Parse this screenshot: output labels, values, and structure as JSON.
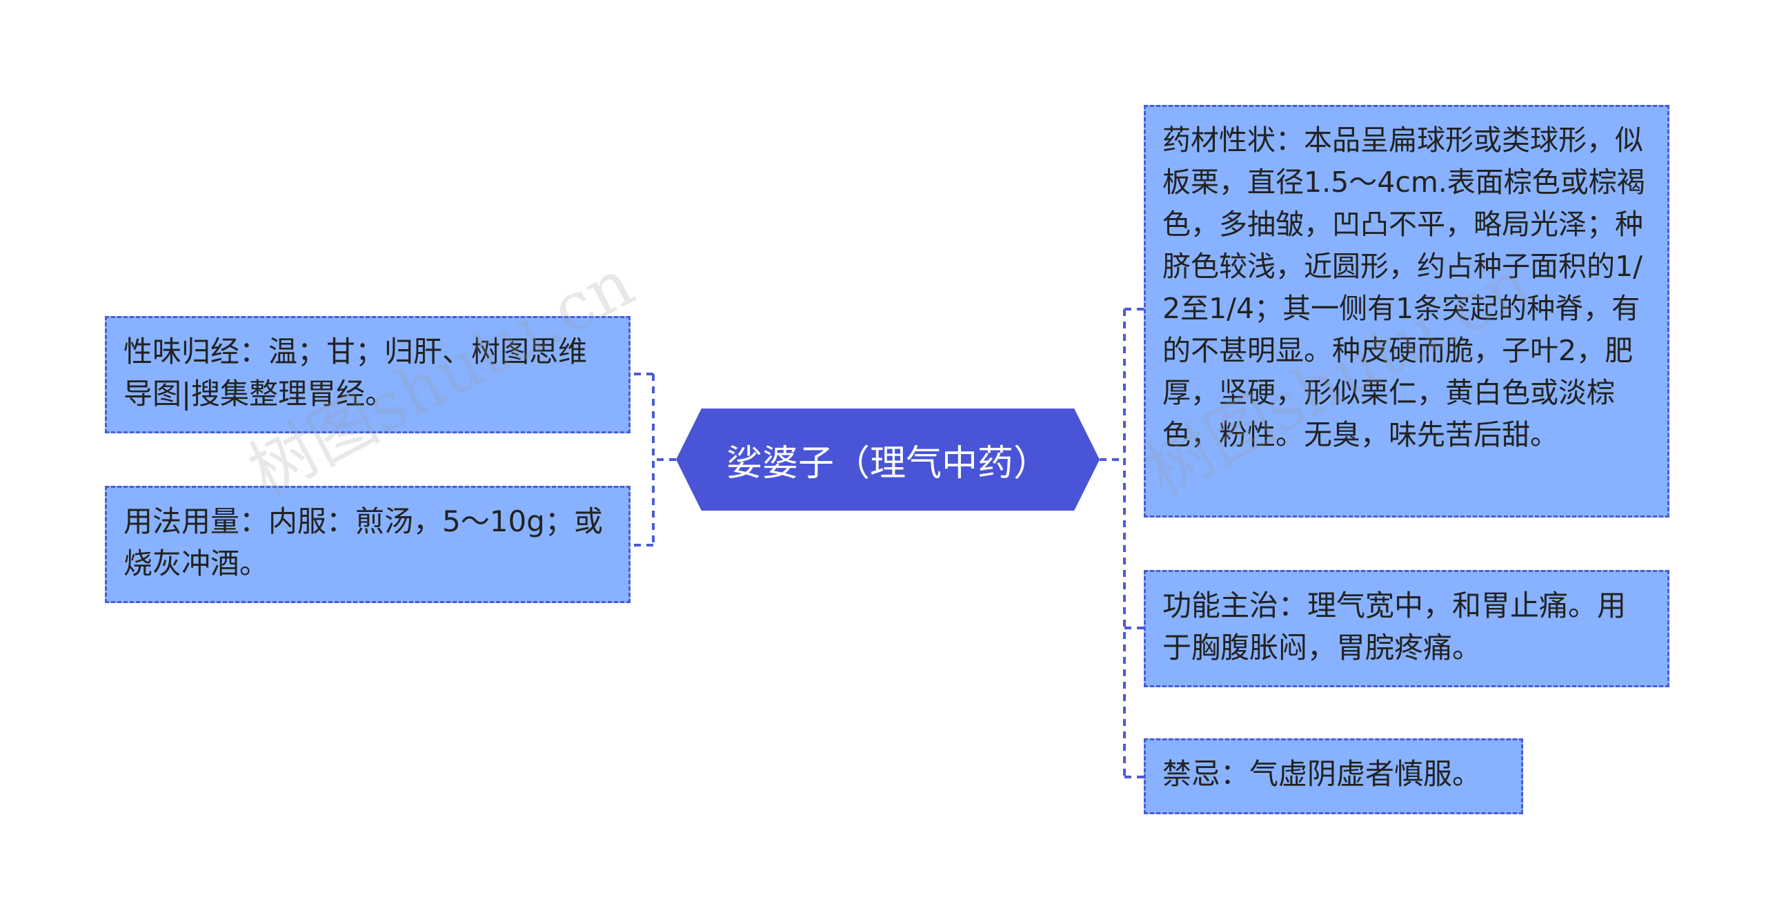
{
  "center": {
    "label": "娑婆子（理气中药）"
  },
  "left_nodes": [
    {
      "text": "性味归经：温；甘；归肝、树图思维导图|搜集整理胃经。"
    },
    {
      "text": "用法用量：内服：煎汤，5～10g；或烧灰冲酒。"
    }
  ],
  "right_nodes": [
    {
      "text": "药材性状：本品呈扁球形或类球形，似板栗，直径1.5～4cm.表面棕色或棕褐色，多抽皱，凹凸不平，略局光泽；种脐色较浅，近圆形，约占种子面积的1/2至1/4；其一侧有1条突起的种脊，有的不甚明显。种皮硬而脆，子叶2，肥厚，坚硬，形似栗仁，黄白色或淡棕色，粉性。无臭，味先苦后甜。"
    },
    {
      "text": "功能主治：理气宽中，和胃止痛。用于胸腹胀闷，胃脘疼痛。"
    },
    {
      "text": "禁忌：气虚阴虚者慎服。"
    }
  ],
  "watermark": {
    "text": "树图shutu.cn"
  },
  "colors": {
    "center_fill": "#4a54d6",
    "node_fill": "#88b2ff",
    "node_border": "#4a5bd4",
    "connector": "#4a5bd4"
  }
}
